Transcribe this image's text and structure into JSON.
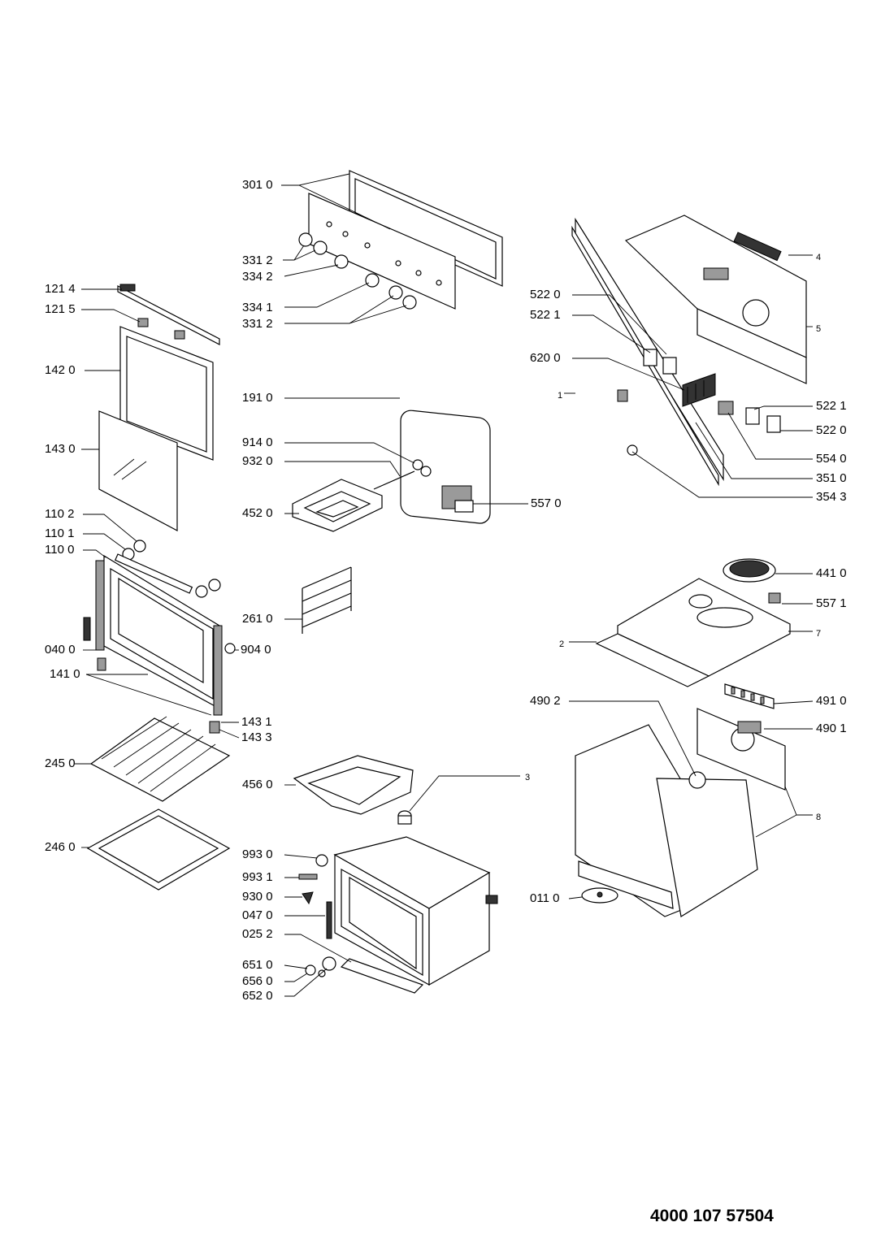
{
  "document": {
    "number": "4000 107 57504"
  },
  "labels": {
    "l3010": "301 0",
    "l3312a": "331 2",
    "l3342": "334 2",
    "l3341": "334 1",
    "l3312b": "331 2",
    "l1214": "121 4",
    "l1215": "121 5",
    "l1420": "142 0",
    "l1430": "143 0",
    "l1910": "191 0",
    "l9140": "914 0",
    "l9320": "932 0",
    "l4520": "452 0",
    "l5570": "557 0",
    "l1102": "110 2",
    "l1101": "110 1",
    "l1100": "110 0",
    "l2610": "261 0",
    "l0400": "040 0",
    "l9040": "904 0",
    "l1410": "141 0",
    "l1431": "143 1",
    "l1433": "143 3",
    "l2450": "245 0",
    "l4560": "456 0",
    "l3": "3",
    "l2460": "246 0",
    "l9930": "993 0",
    "l9931": "993 1",
    "l9300": "930 0",
    "l0470": "047 0",
    "l0252": "025 2",
    "l6510": "651 0",
    "l6560": "656 0",
    "l6520": "652 0",
    "l4": "4",
    "l5": "5",
    "l5220a": "522 0",
    "l5221a": "522 1",
    "l6200": "620 0",
    "l1": "1",
    "l5221b": "522 1",
    "l5220b": "522 0",
    "l5540": "554 0",
    "l3510": "351 0",
    "l3543": "354 3",
    "l4410": "441 0",
    "l5571": "557 1",
    "l7": "7",
    "l2": "2",
    "l4902": "490 2",
    "l4910": "491 0",
    "l4901": "490 1",
    "l8": "8",
    "l0110": "011 0"
  }
}
